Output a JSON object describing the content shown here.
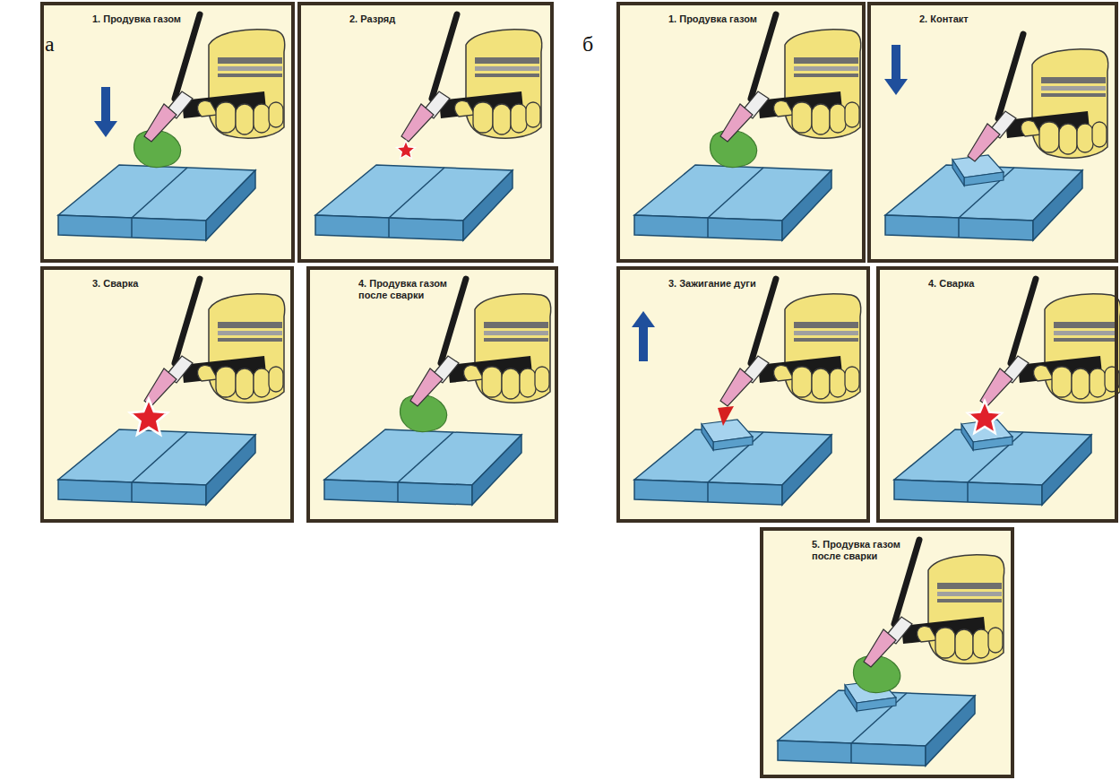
{
  "diagram": {
    "nodes": [
      {
        "text": [
          "1. Продувка газом"
        ]
      },
      {
        "text": [
          "2. Разряд"
        ]
      },
      {
        "text": [
          "3. Сварка"
        ]
      },
      {
        "text": [
          "4. Продувка газом после сварки"
        ]
      },
      {
        "text": [
          "1. Продувка газом"
        ]
      },
      {
        "text": [
          "2. Контакт"
        ]
      },
      {
        "text": [
          "3. Зажигание дуги"
        ]
      },
      {
        "text": [
          "4. Сварка"
        ]
      },
      {
        "text": [
          "5. Продувка газом после сварки"
        ]
      }
    ],
    "labels": [
      "а",
      "б"
    ]
  }
}
